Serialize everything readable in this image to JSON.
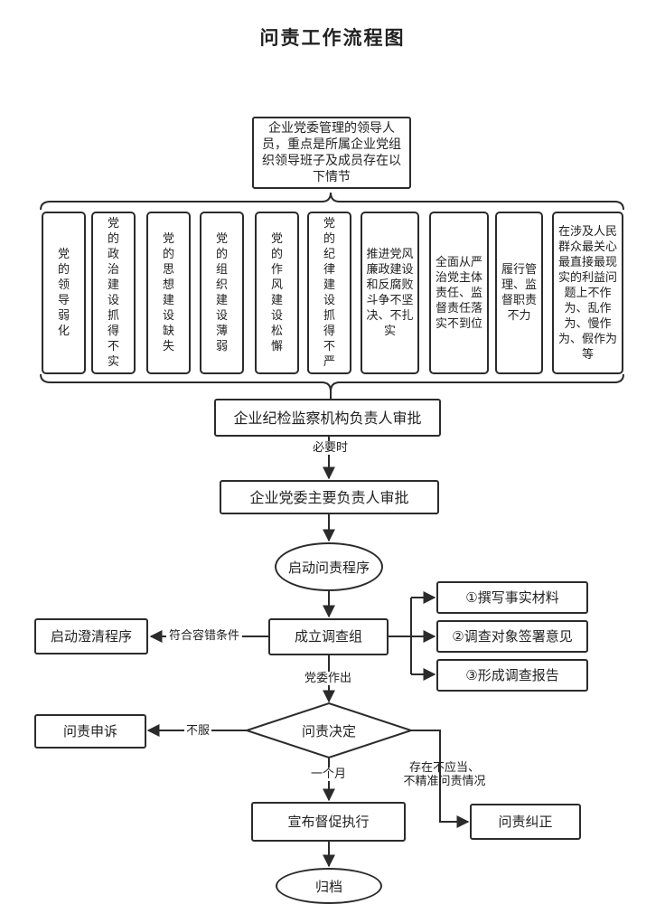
{
  "title": "问责工作流程图",
  "top_box": "企业党委管理的领导人员，重点是所属企业党组织领导班子及成员存在以下情节",
  "situations": [
    "党的领导弱化",
    "党的政治建设抓得不实",
    "党的思想建设缺失",
    "党的组织建设薄弱",
    "党的作风建设松懈",
    "党的纪律建设抓得不严",
    "推进党风廉政建设和反腐败斗争不坚决、不扎实",
    "全面从严治党主体责任、监督责任落实不到位",
    "履行管理、监督职责不力",
    "在涉及人民群众最关心最直接最现实的利益问题上不作为、乱作为、慢作为、假作为等"
  ],
  "steps": {
    "discipline_approval": "企业纪检监察机构负责人审批",
    "when_necessary": "必要时",
    "party_committee_approval": "企业党委主要负责人审批",
    "start_procedure": "启动问责程序",
    "form_team": "成立调查组",
    "fault_tolerance_condition": "符合容错条件",
    "clarification": "启动澄清程序",
    "party_decides": "党委作出",
    "decision": "问责决定",
    "not_accept": "不服",
    "appeal": "问责申诉",
    "one_month": "一个月",
    "execute": "宣布督促执行",
    "archive": "归档",
    "improper_line1": "存在不应当、",
    "improper_line2": "不精准问责情况",
    "correction": "问责纠正"
  },
  "investigation_tasks": [
    "①撰写事实材料",
    "②调查对象签署意见",
    "③形成调查报告"
  ]
}
